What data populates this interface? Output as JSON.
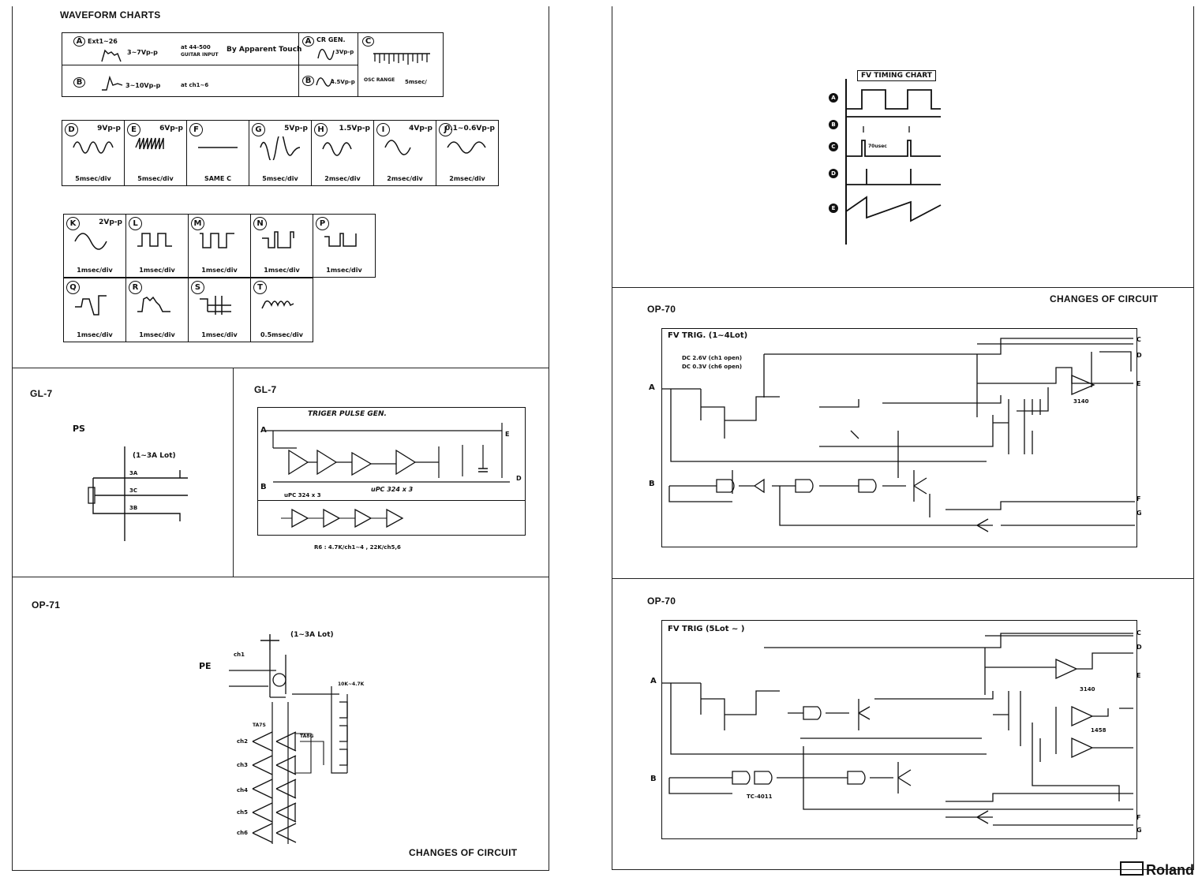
{
  "titles": {
    "waveform_charts": "WAVEFORM CHARTS",
    "gl7_left": "GL-7",
    "gl7_right": "GL-7",
    "op71": "OP-71",
    "op70_top": "OP-70",
    "op70_bottom": "OP-70",
    "changes_right": "CHANGES OF CIRCUIT",
    "changes_bottom": "CHANGES OF CIRCUIT",
    "fv_timing": "FV TIMING CHART",
    "brand": "Roland"
  },
  "waveform_header": {
    "a_label": "A",
    "a_text": "Ext1~26",
    "a_amp": "3~7Vp-p",
    "a_note": "at 44-500",
    "a_guitar": "GUITAR INPUT",
    "a_touch": "By Apparent Touch",
    "b_label": "B",
    "b_amp": "3~10Vp-p",
    "b_note": "at ch1~6",
    "cr_label": "A",
    "cr_text": "CR GEN.",
    "cr_amp": "3Vp-p",
    "d_label": "B",
    "d_amp": "4.5Vp-p",
    "c_label": "C",
    "c_osc": "OSC RANGE",
    "c_tb": "5msec/"
  },
  "waveforms_row1": [
    {
      "id": "D",
      "amp": "9Vp-p",
      "tb": "5msec/div"
    },
    {
      "id": "E",
      "amp": "6Vp-p",
      "tb": "5msec/div"
    },
    {
      "id": "F",
      "amp": "",
      "tb": "SAME C"
    },
    {
      "id": "G",
      "amp": "5Vp-p",
      "tb": "5msec/div"
    },
    {
      "id": "H",
      "amp": "1.5Vp-p",
      "tb": "2msec/div"
    },
    {
      "id": "I",
      "amp": "4Vp-p",
      "tb": "2msec/div"
    },
    {
      "id": "J",
      "amp": "0.1~0.6Vp-p",
      "tb": "2msec/div"
    }
  ],
  "waveforms_row2": [
    {
      "id": "K",
      "amp": "2Vp-p",
      "tb": "1msec/div"
    },
    {
      "id": "L",
      "amp": "",
      "tb": "1msec/div"
    },
    {
      "id": "M",
      "amp": "",
      "tb": "1msec/div"
    },
    {
      "id": "N",
      "amp": "",
      "tb": "1msec/div"
    },
    {
      "id": "P",
      "amp": "",
      "tb": "1msec/div"
    }
  ],
  "waveforms_row3": [
    {
      "id": "Q",
      "amp": "",
      "tb": "1msec/div"
    },
    {
      "id": "R",
      "amp": "",
      "tb": "1msec/div"
    },
    {
      "id": "S",
      "amp": "",
      "tb": "1msec/div"
    },
    {
      "id": "T",
      "amp": "",
      "tb": "0.5msec/div"
    }
  ],
  "gl7_ps": {
    "ps": "PS",
    "lot": "(1~3A Lot)",
    "pin1": "3A",
    "pin2": "3C",
    "pin3": "3B"
  },
  "gl7_trig": {
    "title": "TRIGER PULSE GEN.",
    "ic1": "uPC 324 x 3",
    "ic2": "uPC 324 x 3",
    "note": "R6 : 4.7K/ch1~4 , 22K/ch5,6",
    "a": "A",
    "b": "B",
    "d": "D",
    "e": "E"
  },
  "op71": {
    "lot": "(1~3A Lot)",
    "pe": "PE",
    "ch1": "ch1",
    "ch2": "ch2",
    "ch3": "ch3",
    "ch4": "ch4",
    "ch5": "ch5",
    "ch6": "ch6",
    "part1": "TA7S",
    "part2": "TA8G",
    "res": "10K~4.7K"
  },
  "fv_timing": {
    "rows": [
      "A",
      "B",
      "C",
      "D",
      "E"
    ],
    "pulse_label": "70usec"
  },
  "op70_top": {
    "title": "FV TRIG. (1~4Lot)",
    "dc1": "DC 2.6V (ch1 open)",
    "dc2": "DC 0.3V (ch6 open)",
    "a": "A",
    "b": "B",
    "out": [
      "C",
      "D",
      "E",
      "F",
      "G"
    ],
    "ic": "3140"
  },
  "op70_bottom": {
    "title": "FV TRIG (5Lot ~ )",
    "a": "A",
    "b": "B",
    "out": [
      "C",
      "D",
      "E",
      "F",
      "G"
    ],
    "ic1": "3140",
    "ic2": "1458",
    "ic3": "TC-4011"
  }
}
